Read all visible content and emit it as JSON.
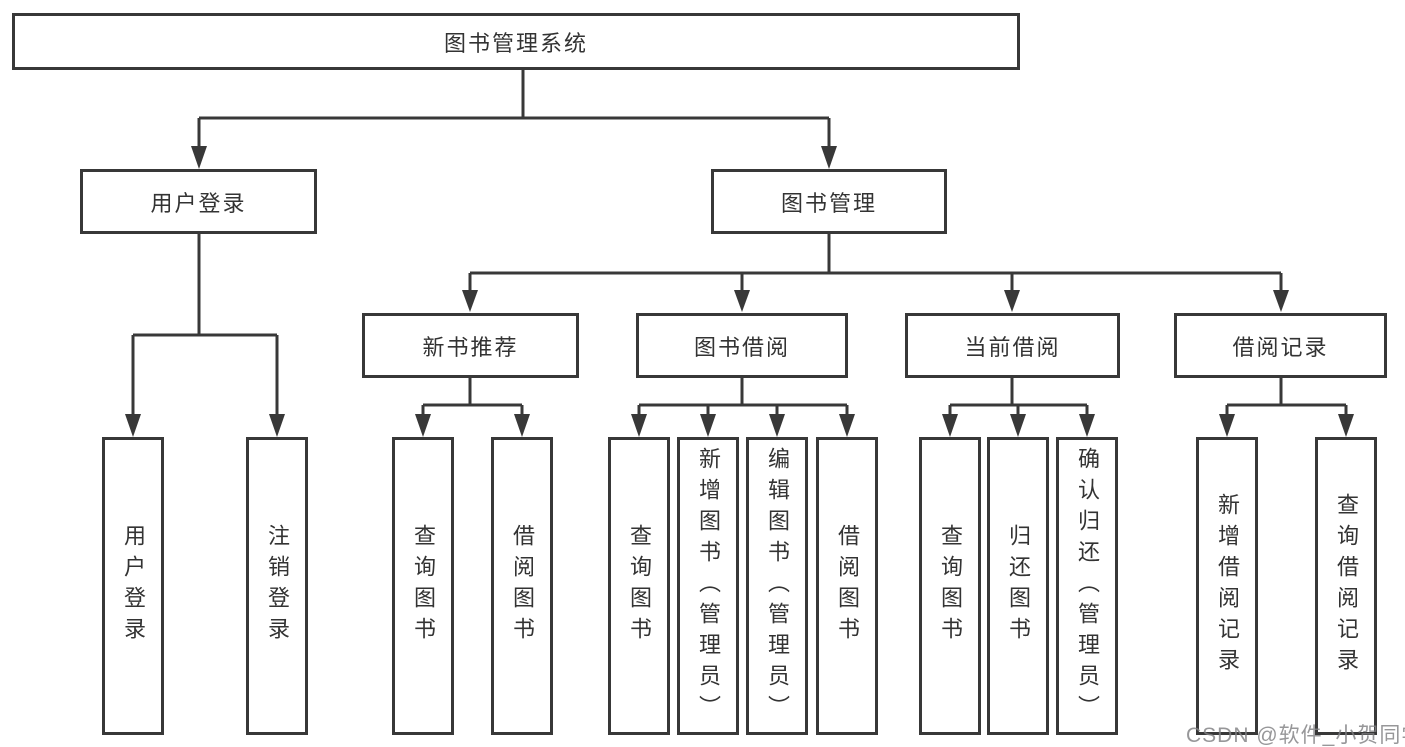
{
  "diagram_title": "图书管理系统",
  "tree": {
    "label": "图书管理系统",
    "children": [
      {
        "label": "用户登录",
        "children": [
          {
            "label": "用户登录"
          },
          {
            "label": "注销登录"
          }
        ]
      },
      {
        "label": "图书管理",
        "children": [
          {
            "label": "新书推荐",
            "children": [
              {
                "label": "查询图书"
              },
              {
                "label": "借阅图书"
              }
            ]
          },
          {
            "label": "图书借阅",
            "children": [
              {
                "label": "查询图书"
              },
              {
                "label": "新增图书（管理员）"
              },
              {
                "label": "编辑图书（管理员）"
              },
              {
                "label": "借阅图书"
              }
            ]
          },
          {
            "label": "当前借阅",
            "children": [
              {
                "label": "查询图书"
              },
              {
                "label": "归还图书"
              },
              {
                "label": "确认归还（管理员）"
              }
            ]
          },
          {
            "label": "借阅记录",
            "children": [
              {
                "label": "新增借阅记录"
              },
              {
                "label": "查询借阅记录"
              }
            ]
          }
        ]
      }
    ]
  },
  "watermark": {
    "text": "CSDN @软件_小贺同学"
  },
  "colors": {
    "line": "#383838",
    "box_border": "#383838",
    "text": "#333333",
    "background": "#ffffff",
    "watermark": "#82828d"
  }
}
